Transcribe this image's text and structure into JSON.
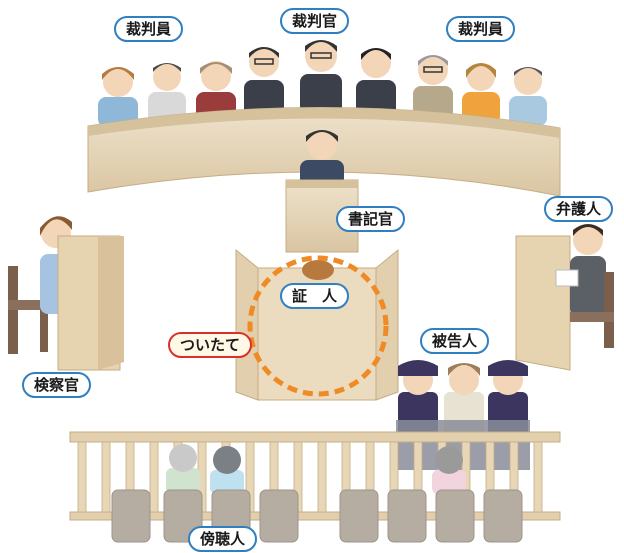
{
  "labels": {
    "saibanin_left": "裁判員",
    "saibankan": "裁判官",
    "saibanin_right": "裁判員",
    "shokikan": "書記官",
    "bengonin": "弁護人",
    "shonin": "証　人",
    "tsuitate": "ついたて",
    "hikokunin": "被告人",
    "kensatsukan": "検察官",
    "bochonin": "傍聴人"
  },
  "colors": {
    "label_border": "#2f7fc1",
    "label_border_highlight": "#d9302c",
    "highlight_circle": "#f08a24",
    "wood": "#e6d6b8",
    "wood_dark": "#cbb48f",
    "chair": "#8a6f5c",
    "gallery_seat": "#b5aca2"
  },
  "icons": [
    "judge-figure",
    "lay-judge-figure",
    "clerk-figure",
    "prosecutor-figure",
    "defense-figure",
    "defendant-figure",
    "guard-figure",
    "spectator-figure"
  ]
}
